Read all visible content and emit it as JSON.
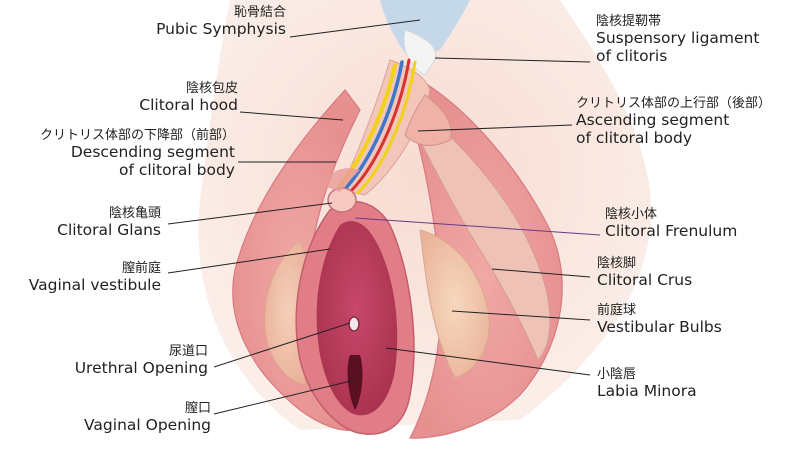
{
  "labels": {
    "pubic_symphysis": {
      "jp": "恥骨結合",
      "en": "Pubic Symphysis"
    },
    "clitoral_hood": {
      "jp": "陰核包皮",
      "en": "Clitoral hood"
    },
    "descending_segment": {
      "jp": "クリトリス体部の下降部（前部）",
      "en": "Descending segment",
      "en2": "of clitoral body"
    },
    "clitoral_glans": {
      "jp": "陰核亀頭",
      "en": "Clitoral Glans"
    },
    "vaginal_vestibule": {
      "jp": "膣前庭",
      "en": "Vaginal vestibule"
    },
    "urethral_opening": {
      "jp": "尿道口",
      "en": "Urethral Opening"
    },
    "vaginal_opening": {
      "jp": "膣口",
      "en": "Vaginal Opening"
    },
    "suspensory_ligament": {
      "jp": "陰核提靭帯",
      "en": "Suspensory ligament",
      "en2": "of clitoris"
    },
    "ascending_segment": {
      "jp": "クリトリス体部の上行部（後部）",
      "en": "Ascending segment",
      "en2": "of clitoral body"
    },
    "clitoral_frenulum": {
      "jp": "陰核小体",
      "en": "Clitoral Frenulum"
    },
    "clitoral_crus": {
      "jp": "陰核脚",
      "en": "Clitoral Crus"
    },
    "vestibular_bulbs": {
      "jp": "前庭球",
      "en": "Vestibular Bulbs"
    },
    "labia_minora": {
      "jp": "小陰唇",
      "en": "Labia Minora"
    }
  },
  "colors": {
    "skin_light": "#f3d2c8",
    "tissue": "#e8a0a0",
    "tissue_dark": "#c04a5e",
    "vestibule": "#b83a55",
    "bulb": "#f2c7a8",
    "nerve_yellow": "#f1d21a",
    "vessel_blue": "#3d78c8",
    "vessel_red": "#d8322e",
    "ligament": "#a9c8e8",
    "leader": "#222222",
    "frenulum_line": "#6a3a8a"
  }
}
